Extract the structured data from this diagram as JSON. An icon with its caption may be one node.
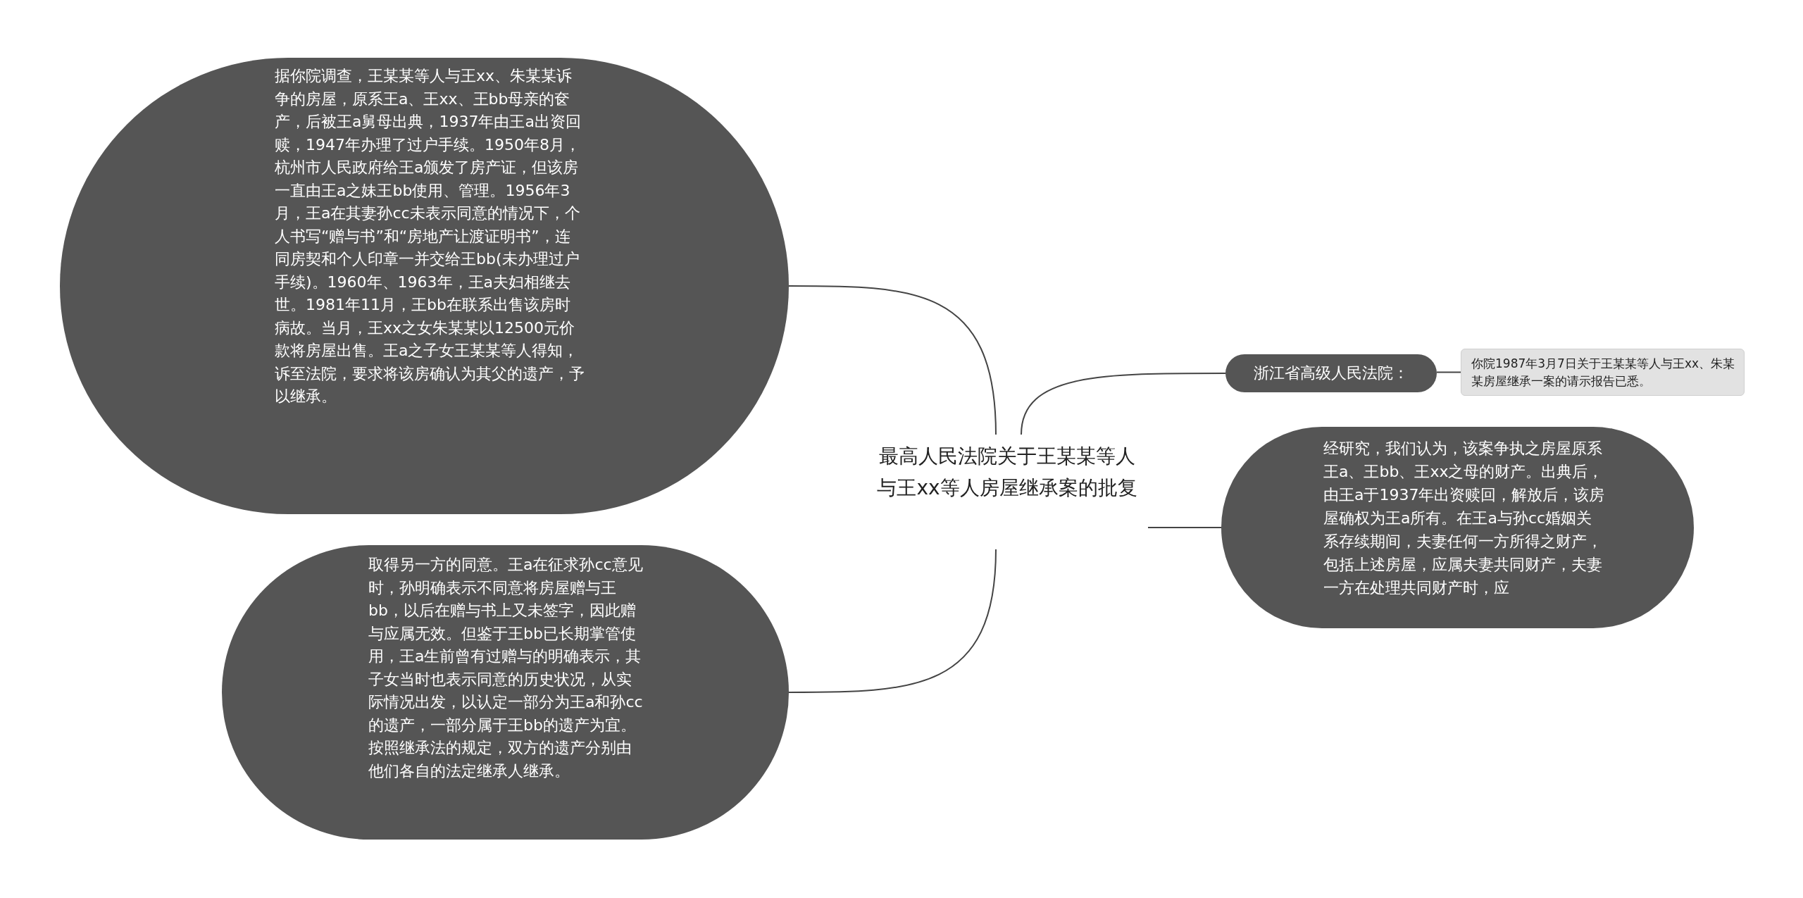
{
  "diagram": {
    "nodes": [
      {
        "text": [
          "最高人民法院关于王某某等人与王xx等人房屋继承案的批复"
        ]
      },
      {
        "text": [
          "据你院调查，王某某等人与王xx、朱某某诉争的房屋，原系王a、王xx、王bb母亲的奁产，后被王a舅母出典，1937年由王a出资回赎，1947年办理了过户手续。1950年8月，杭州市人民政府给王a颁发了房产证，但该房一直由王a之妹王bb使用、管理。1956年3月，王a在其妻孙cc未表示同意的情况下，个人书写“赠与书”和“房地产让渡证明书”，连同房契和个人印章一并交给王bb(未办理过户手续)。1960年、1963年，王a夫妇相继去世。1981年11月，王bb在联系出售该房时病故。当月，王xx之女朱某某以12500元价款将房屋出售。王a之子女王某某等人得知，诉至法院，要求将该房确认为其父的遗产，予以继承。"
        ]
      },
      {
        "text": [
          "取得另一方的同意。王a在征求孙cc意见时，孙明确表示不同意将房屋赠与王bb，以后在赠与书上又未签字，因此赠与应属无效。但鉴于王bb已长期掌管使用，王a生前曾有过赠与的明确表示，其子女当时也表示同意的历史状况，从实际情况出发，以认定一部分为王a和孙cc的遗产，一部分属于王bb的遗产为宜。按照继承法的规定，双方的遗产分别由他们各自的法定继承人继承。"
        ]
      },
      {
        "text": [
          "浙江省高级人民法院："
        ]
      },
      {
        "text": [
          "你院1987年3月7日关于王某某等人与王xx、朱某某房屋继承一案的请示报告已悉。"
        ]
      },
      {
        "text": [
          "经研究，我们认为，该案争执之房屋原系王a、王bb、王xx之母的财产。出典后，由王a于1937年出资赎回，解放后，该房屋确权为王a所有。在王a与孙cc婚姻关系存续期间，夫妻任何一方所得之财产，包括上述房屋，应属夫妻共同财产，夫妻一方在处理共同财产时，应"
        ]
      }
    ],
    "edges": [
      {
        "from": 0,
        "to": 1,
        "arrow": "none"
      },
      {
        "from": 0,
        "to": 2,
        "arrow": "none"
      },
      {
        "from": 0,
        "to": 3,
        "arrow": "none"
      },
      {
        "from": 3,
        "to": 4,
        "arrow": "none"
      },
      {
        "from": 0,
        "to": 5,
        "arrow": "none"
      }
    ]
  }
}
